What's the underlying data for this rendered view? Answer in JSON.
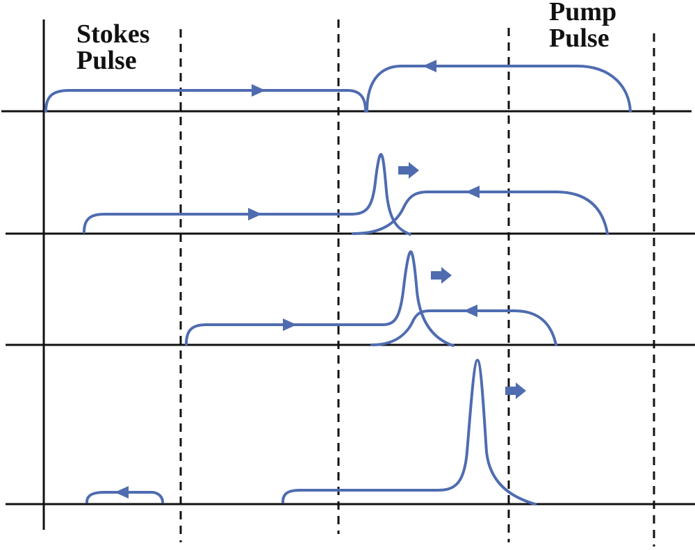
{
  "labels": {
    "stokes_line1": "Stokes",
    "stokes_line2": "Pulse",
    "pump_line1": "Pump",
    "pump_line2": "Pulse"
  },
  "colors": {
    "pulse": "#4f6cb0",
    "axis": "#111111",
    "background": "#ffffff"
  }
}
